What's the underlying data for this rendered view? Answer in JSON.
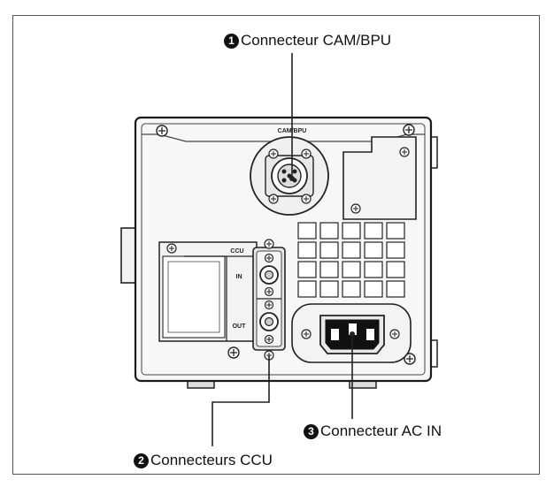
{
  "callouts": [
    {
      "number": "1",
      "label": "Connecteur CAM/BPU"
    },
    {
      "number": "2",
      "label": "Connecteurs CCU"
    },
    {
      "number": "3",
      "label": "Connecteur AC IN"
    }
  ],
  "panel_labels": {
    "cam_bpu": "CAM/BPU",
    "ccu": "CCU",
    "in": "IN",
    "out": "OUT"
  }
}
